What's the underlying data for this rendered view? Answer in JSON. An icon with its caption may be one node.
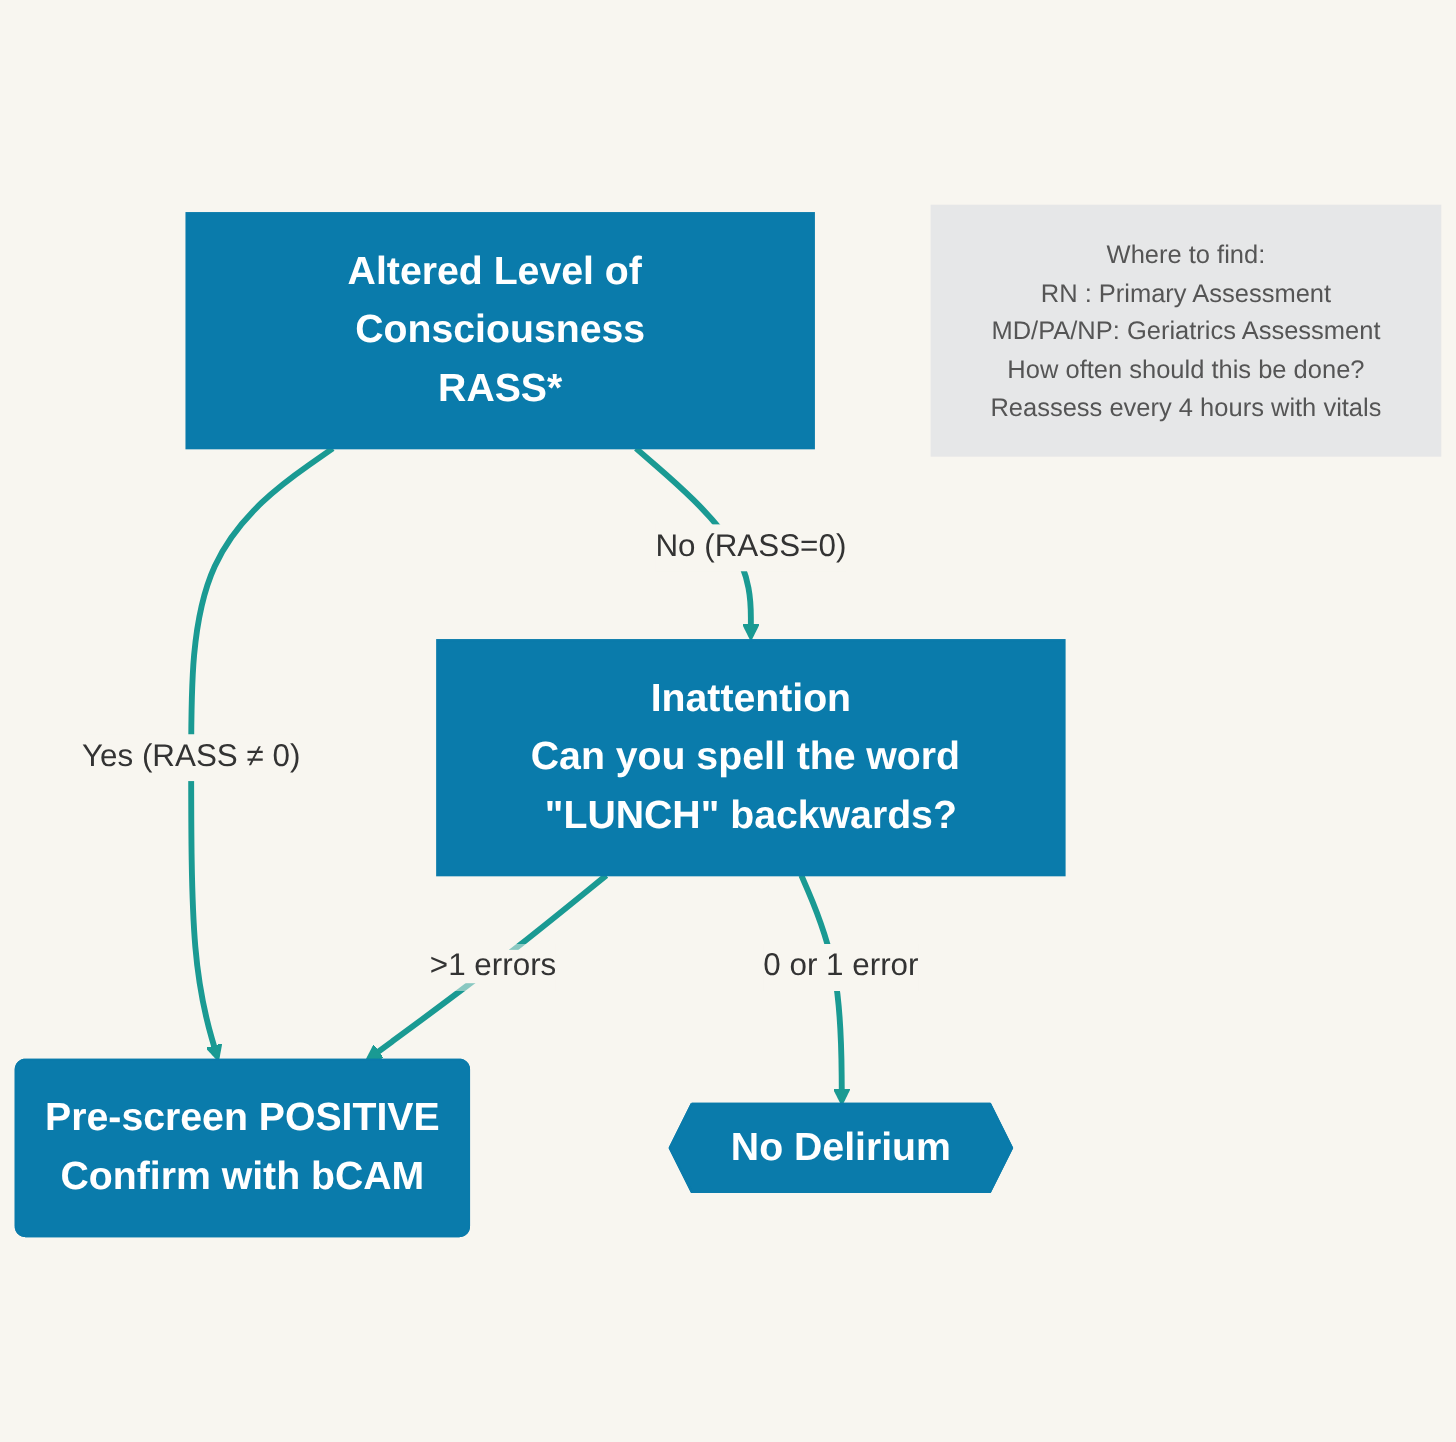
{
  "diagram": {
    "nodes": [
      {
        "text": [
          "Altered Level of Consciousness",
          "RASS*"
        ]
      },
      {
        "text": [
          "Pre-screen POSITIVE",
          "Confirm with bCAM"
        ]
      },
      {
        "text": [
          "Inattention",
          "Can you spell the word \"LUNCH\" backwards?"
        ]
      },
      {
        "text": [
          "No Delirium"
        ]
      },
      {
        "text": [
          "Where to find:",
          "RN : Primary Assessment",
          "MD/PA/NP: Geriatrics Assessment",
          "How often should this be done?",
          "Reassess every 4 hours with vitals"
        ]
      }
    ],
    "edges": [
      {
        "from": 0,
        "to": 1,
        "arrow": "to",
        "label": "Yes (RASS ≠ 0)"
      },
      {
        "from": 0,
        "to": 2,
        "arrow": "to",
        "label": "No (RASS=0)"
      },
      {
        "from": 2,
        "to": 1,
        "arrow": "to",
        "label": ">1 errors"
      },
      {
        "from": 2,
        "to": 3,
        "arrow": "to",
        "label": "0 or 1 error"
      }
    ]
  }
}
